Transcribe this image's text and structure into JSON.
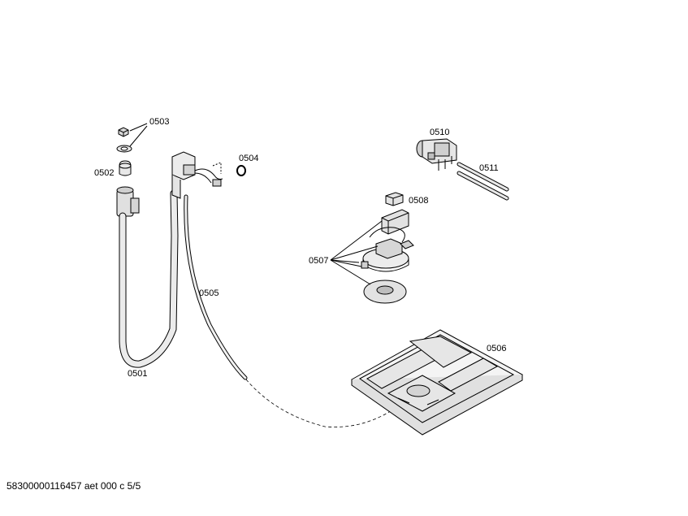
{
  "parts": {
    "p0501": "0501",
    "p0502": "0502",
    "p0503": "0503",
    "p0504": "0504",
    "p0505": "0505",
    "p0506": "0506",
    "p0507": "0507",
    "p0508": "0508",
    "p0510": "0510",
    "p0511": "0511"
  },
  "footer": {
    "text": "58300000116457 aet 000 c 5/5"
  }
}
